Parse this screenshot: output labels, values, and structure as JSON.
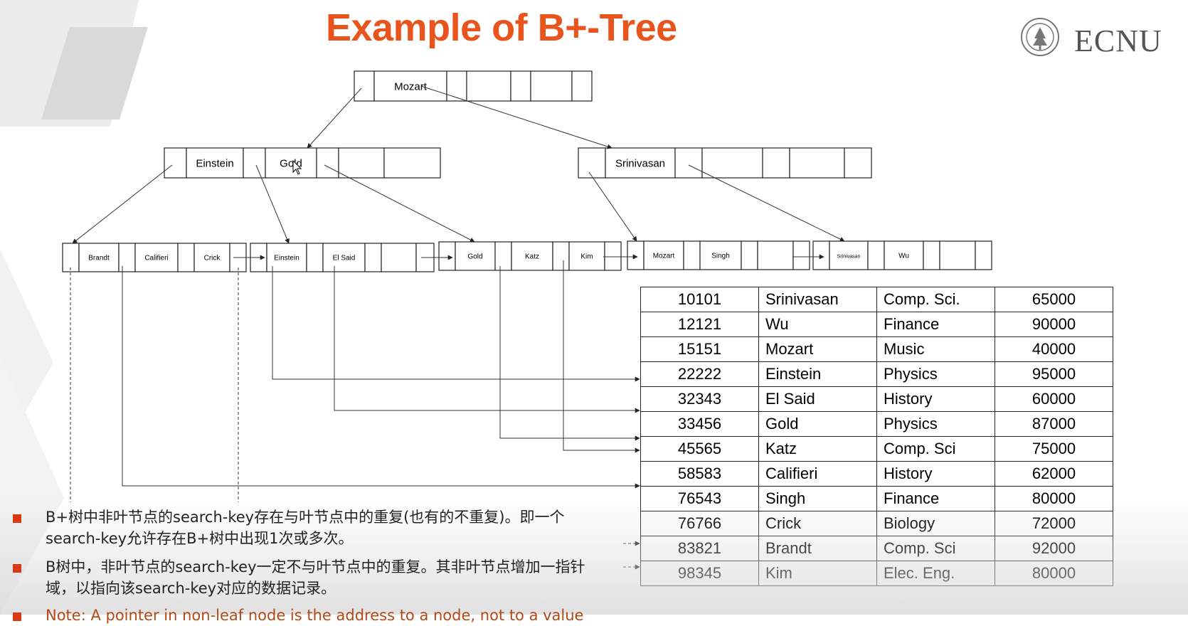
{
  "slide": {
    "title": "Example of B+-Tree",
    "logo_text": "ECNU",
    "colors": {
      "title": "#e8541c",
      "bullet": "#d93a12"
    }
  },
  "tree": {
    "root": {
      "keys": [
        "Mozart"
      ]
    },
    "internal": [
      {
        "keys": [
          "Einstein",
          "Gold"
        ]
      },
      {
        "keys": [
          "Srinivasan"
        ]
      }
    ],
    "leaves": [
      {
        "keys": [
          "Brandt",
          "Califieri",
          "Crick"
        ]
      },
      {
        "keys": [
          "Einstein",
          "El Said"
        ]
      },
      {
        "keys": [
          "Gold",
          "Katz",
          "Kim"
        ]
      },
      {
        "keys": [
          "Mozart",
          "Singh"
        ]
      },
      {
        "keys": [
          "Srinivasan",
          "Wu"
        ]
      }
    ]
  },
  "table": {
    "rows": [
      [
        "10101",
        "Srinivasan",
        "Comp. Sci.",
        "65000"
      ],
      [
        "12121",
        "Wu",
        "Finance",
        "90000"
      ],
      [
        "15151",
        "Mozart",
        "Music",
        "40000"
      ],
      [
        "22222",
        "Einstein",
        "Physics",
        "95000"
      ],
      [
        "32343",
        "El Said",
        "History",
        "60000"
      ],
      [
        "33456",
        "Gold",
        "Physics",
        "87000"
      ],
      [
        "45565",
        "Katz",
        "Comp. Sci",
        "75000"
      ],
      [
        "58583",
        "Califieri",
        "History",
        "62000"
      ],
      [
        "76543",
        "Singh",
        "Finance",
        "80000"
      ],
      [
        "76766",
        "Crick",
        "Biology",
        "72000"
      ],
      [
        "83821",
        "Brandt",
        "Comp. Sci",
        "92000"
      ],
      [
        "98345",
        "Kim",
        "Elec. Eng.",
        "80000"
      ]
    ]
  },
  "bullets": [
    "B+树中非叶节点的search-key存在与叶节点中的重复(也有的不重复)。即一个search-key允许存在B+树中出现1次或多次。",
    "B树中，非叶节点的search-key一定不与叶节点中的重复。其非叶节点增加一指针域，以指向该search-key对应的数据记录。",
    "Note: A pointer in non-leaf node is the address to a node, not to a value"
  ]
}
